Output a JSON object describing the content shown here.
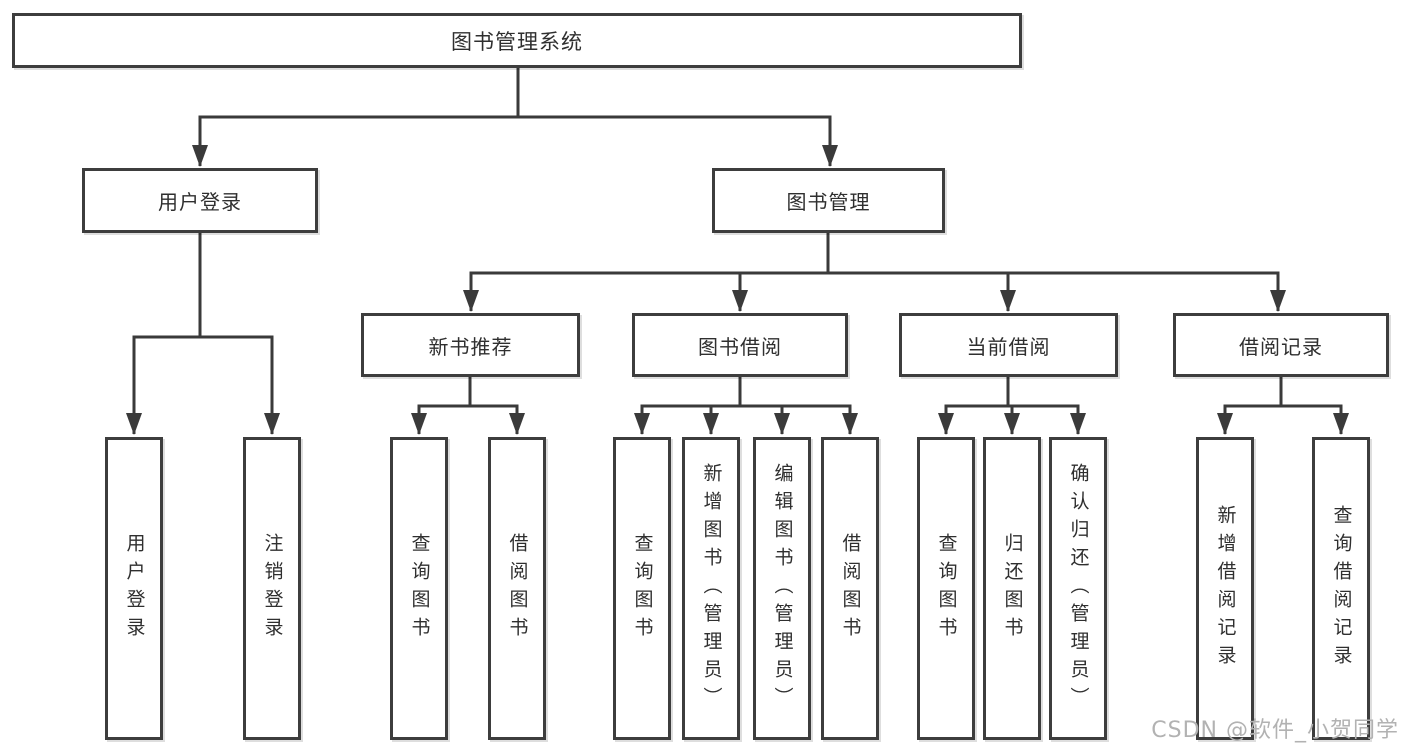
{
  "diagram_title": "图书管理系统",
  "root": {
    "label": "图书管理系统"
  },
  "branches": {
    "user_login": {
      "label": "用户登录",
      "leaves": [
        "用户登录",
        "注销登录"
      ]
    },
    "book_management": {
      "label": "图书管理"
    }
  },
  "modules": [
    {
      "label": "新书推荐",
      "leaves": [
        "查询图书",
        "借阅图书"
      ]
    },
    {
      "label": "图书借阅",
      "leaves": [
        "查询图书",
        "新增图书（管理员）",
        "编辑图书（管理员）",
        "借阅图书"
      ]
    },
    {
      "label": "当前借阅",
      "leaves": [
        "查询图书",
        "归还图书",
        "确认归还（管理员）"
      ]
    },
    {
      "label": "借阅记录",
      "leaves": [
        "新增借阅记录",
        "查询借阅记录"
      ]
    }
  ],
  "watermark": "CSDN @软件_小贺同学",
  "colors": {
    "line": "#3a3a3a",
    "border": "#3d3d3d",
    "bg": "#ffffff",
    "text": "#2f2f2f",
    "watermark": "#b2b2b2"
  }
}
